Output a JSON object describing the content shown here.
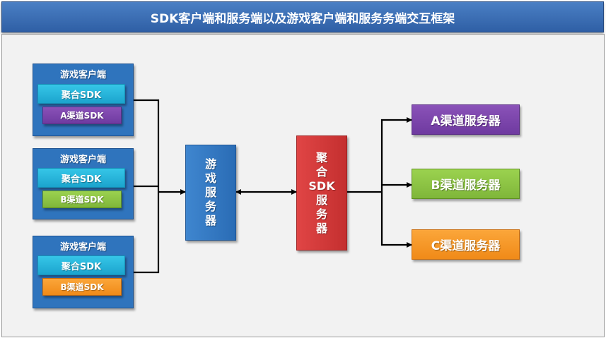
{
  "title": "SDK客户端和服务端以及游戏客户端和服务务端交互框架",
  "clients": [
    {
      "label": "游戏客户端",
      "aggregate": "聚合SDK",
      "channel": "A渠道SDK",
      "channel_color": "#7a45ab"
    },
    {
      "label": "游戏客户端",
      "aggregate": "聚合SDK",
      "channel": "B渠道SDK",
      "channel_color": "#8cc444"
    },
    {
      "label": "游戏客户端",
      "aggregate": "聚合SDK",
      "channel": "B渠道SDK",
      "channel_color": "#f79628"
    }
  ],
  "game_server": {
    "label": "游戏服务器",
    "color": "#2f74bd"
  },
  "sdk_server": {
    "label": "聚合SDK服务器",
    "color": "#d33a3a"
  },
  "channel_servers": [
    {
      "label": "A渠道服务器",
      "color": "#7a45ab"
    },
    {
      "label": "B渠道服务器",
      "color": "#8cc444"
    },
    {
      "label": "C渠道服务器",
      "color": "#f79628"
    }
  ]
}
